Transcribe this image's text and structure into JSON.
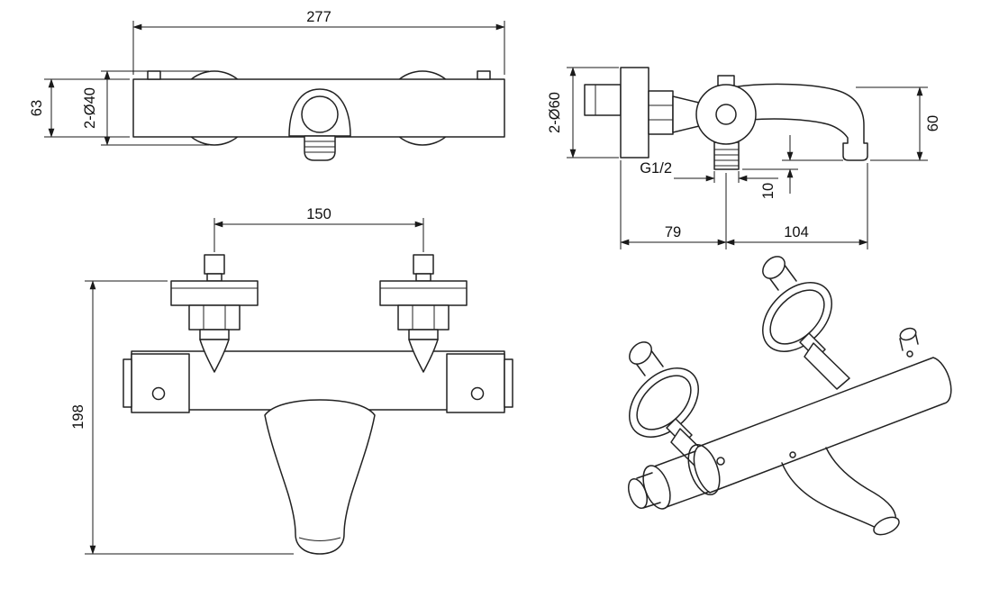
{
  "drawing": {
    "views": {
      "top": {
        "dims": {
          "overall_width": "277",
          "body_height": "63",
          "mount_holes": "2-Ø40"
        }
      },
      "front": {
        "dims": {
          "outlet_centers": "150",
          "overall_height": "198"
        }
      },
      "side": {
        "dims": {
          "flange_holes": "2-Ø60",
          "outlet_thread": "G1/2",
          "spout_height": "60",
          "outlet_offset": "10",
          "wall_to_center": "79",
          "spout_reach": "104"
        }
      }
    }
  }
}
